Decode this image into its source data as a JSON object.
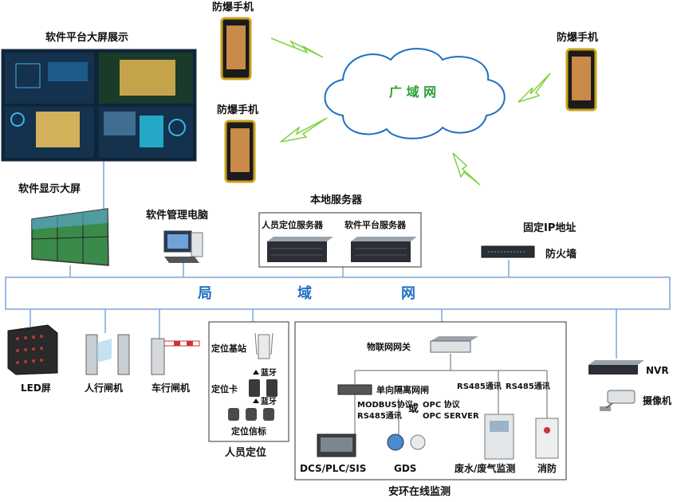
{
  "cloud": {
    "label": "广 域 网"
  },
  "lan": {
    "label": [
      "局",
      "域",
      "网"
    ]
  },
  "screen": {
    "title": "软件平台大屏展示",
    "display_label": "软件显示大屏"
  },
  "phones": {
    "label": "防爆手机"
  },
  "pc": {
    "label": "软件管理电脑"
  },
  "servers": {
    "group_label": "本地服务器",
    "personnel": "人员定位服务器",
    "platform": "软件平台服务器"
  },
  "firewall": {
    "line1": "固定IP地址",
    "line2": "防火墙"
  },
  "devices": {
    "led": "LED屏",
    "ped_gate": "人行闸机",
    "car_gate": "车行闸机"
  },
  "positioning": {
    "title": "人员定位",
    "base_station": "定位基站",
    "card": "定位卡",
    "beacon": "定位信标",
    "bluetooth": "蓝牙"
  },
  "monitoring": {
    "title": "安环在线监测",
    "iot_gateway": "物联网网关",
    "isolation": "单向隔离网闸",
    "rs485_a": "RS485通讯",
    "rs485_b": "RS485通讯",
    "modbus": "MODBUS协议",
    "rs485_c": "RS485通讯",
    "or": "或",
    "opc": "OPC 协议",
    "opc_server": "OPC SERVER",
    "dcs": "DCS/PLC/SIS",
    "gds": "GDS",
    "waste": "废水/废气监测",
    "fire": "消防"
  },
  "nvr": {
    "label": "NVR",
    "camera": "摄像机"
  },
  "colors": {
    "lan_border": "#7aa7d6",
    "accent_blue": "#1f6fc0",
    "cloud_green": "#2e9e3a",
    "bolt_green": "#7fd33b"
  }
}
